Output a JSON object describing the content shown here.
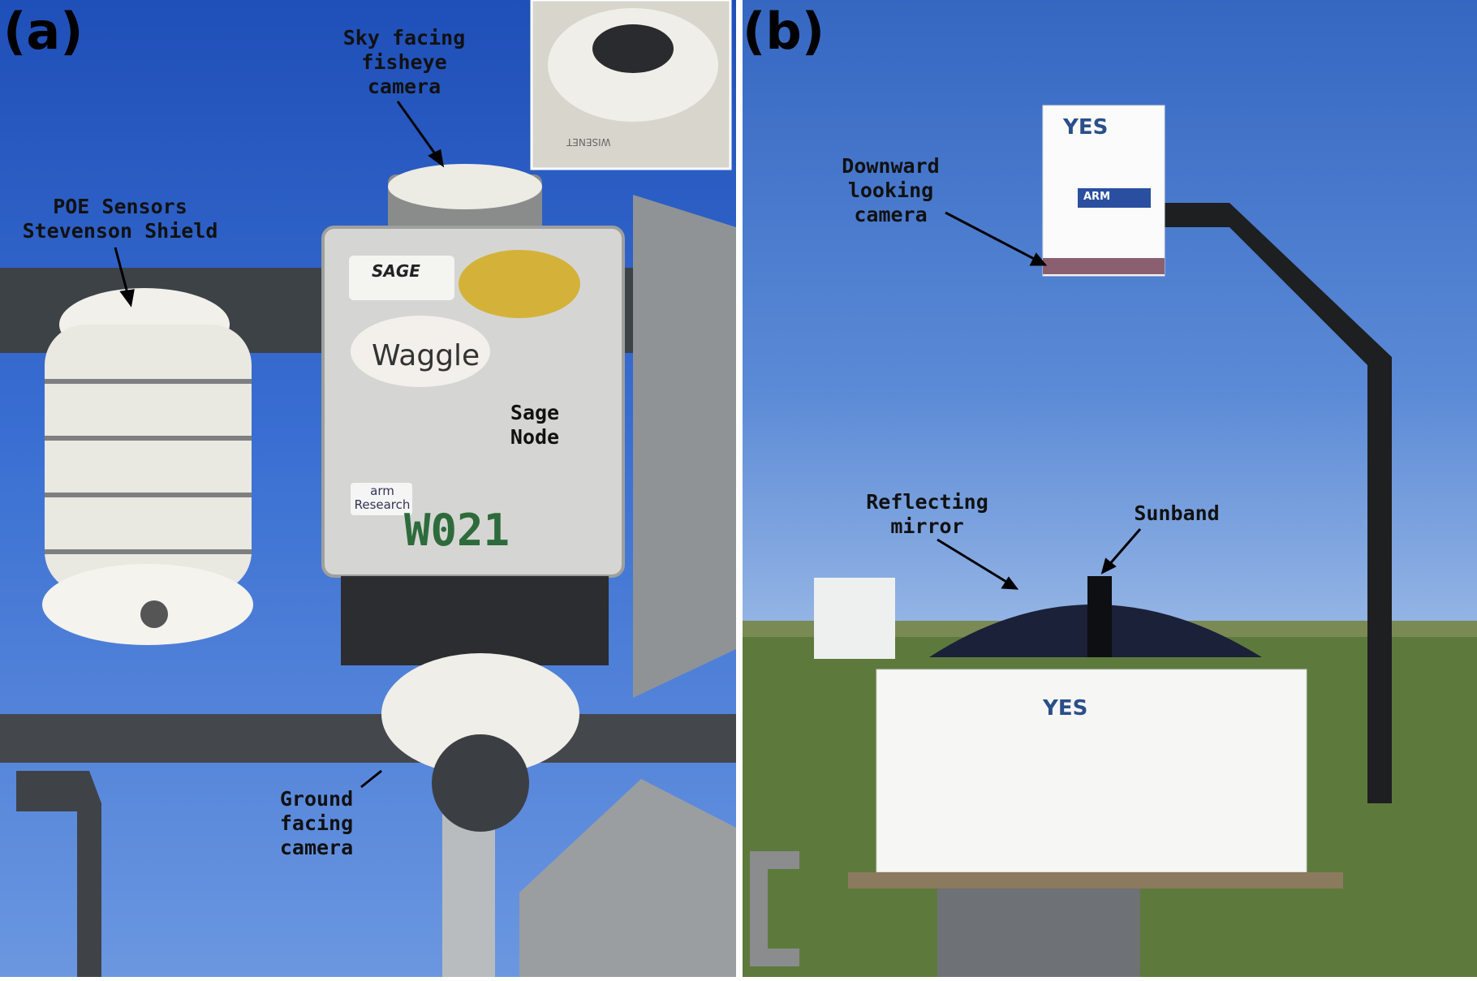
{
  "panel_a": {
    "label": "(a)",
    "annotations": {
      "sky_camera": "Sky facing\nfisheye\ncamera",
      "poe_sensors": "POE Sensors\nStevenson Shield",
      "sage_node": "Sage\nNode",
      "ground_camera": "Ground\nfacing\ncamera"
    },
    "node_id": "W021",
    "stickers": {
      "sage": "SAGE",
      "waggle": "Waggle",
      "arm": "arm\nResearch"
    },
    "inset_brand": "WISENET"
  },
  "panel_b": {
    "label": "(b)",
    "annotations": {
      "downward_camera": "Downward\nlooking\ncamera",
      "mirror": "Reflecting\nmirror",
      "sunband": "Sunband"
    },
    "brand": "YES",
    "arm_logo": "ARM"
  }
}
